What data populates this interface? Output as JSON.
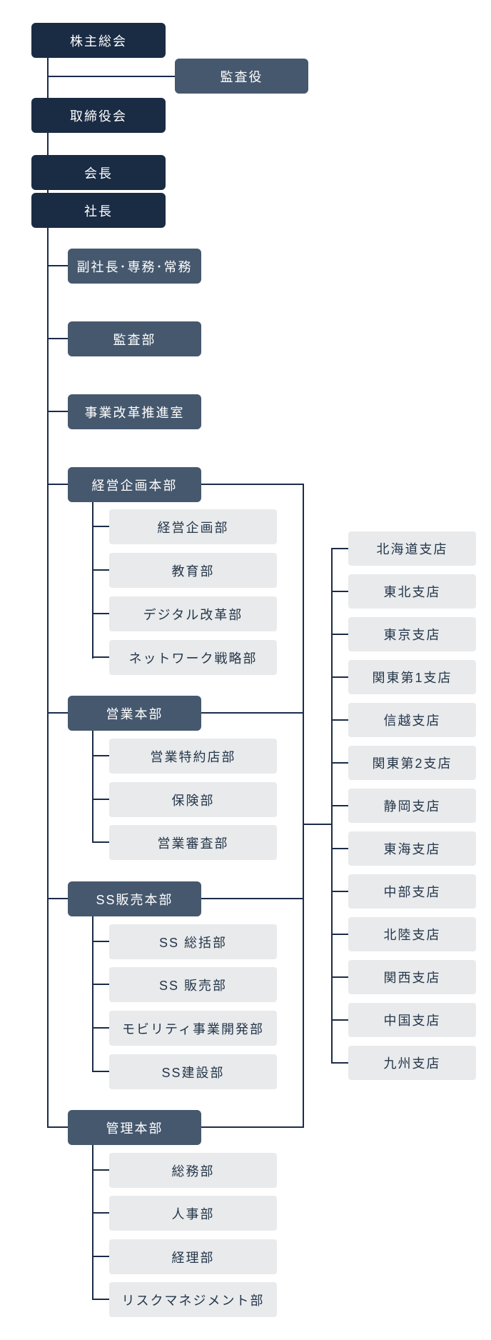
{
  "colors": {
    "background": "#ffffff",
    "dark_navy": "#1a2b44",
    "slate": "#46586e",
    "light_gray": "#e8eaec",
    "line": "#1b2c47",
    "white_text": "#ffffff",
    "light_box_text": "#253649"
  },
  "org": {
    "top_chain": [
      {
        "label": "株主総会"
      },
      {
        "label": "取締役会"
      },
      {
        "label": "会長"
      },
      {
        "label": "社長"
      }
    ],
    "auditor": {
      "label": "監査役"
    },
    "staff_units": [
      {
        "label": "副社長･専務･常務"
      },
      {
        "label": "監査部"
      },
      {
        "label": "事業改革推進室"
      }
    ],
    "divisions": [
      {
        "label": "経営企画本部",
        "children": [
          "経営企画部",
          "教育部",
          "デジタル改革部",
          "ネットワーク戦略部"
        ]
      },
      {
        "label": "営業本部",
        "children": [
          "営業特約店部",
          "保険部",
          "営業審査部"
        ]
      },
      {
        "label": "SS販売本部",
        "children": [
          "SS 総括部",
          "SS 販売部",
          "モビリティ事業開発部",
          "SS建設部"
        ]
      },
      {
        "label": "管理本部",
        "children": [
          "総務部",
          "人事部",
          "経理部",
          "リスクマネジメント部"
        ]
      }
    ],
    "branch_offices": [
      "北海道支店",
      "東北支店",
      "東京支店",
      "関東第1支店",
      "信越支店",
      "関東第2支店",
      "静岡支店",
      "東海支店",
      "中部支店",
      "北陸支店",
      "関西支店",
      "中国支店",
      "九州支店"
    ]
  }
}
